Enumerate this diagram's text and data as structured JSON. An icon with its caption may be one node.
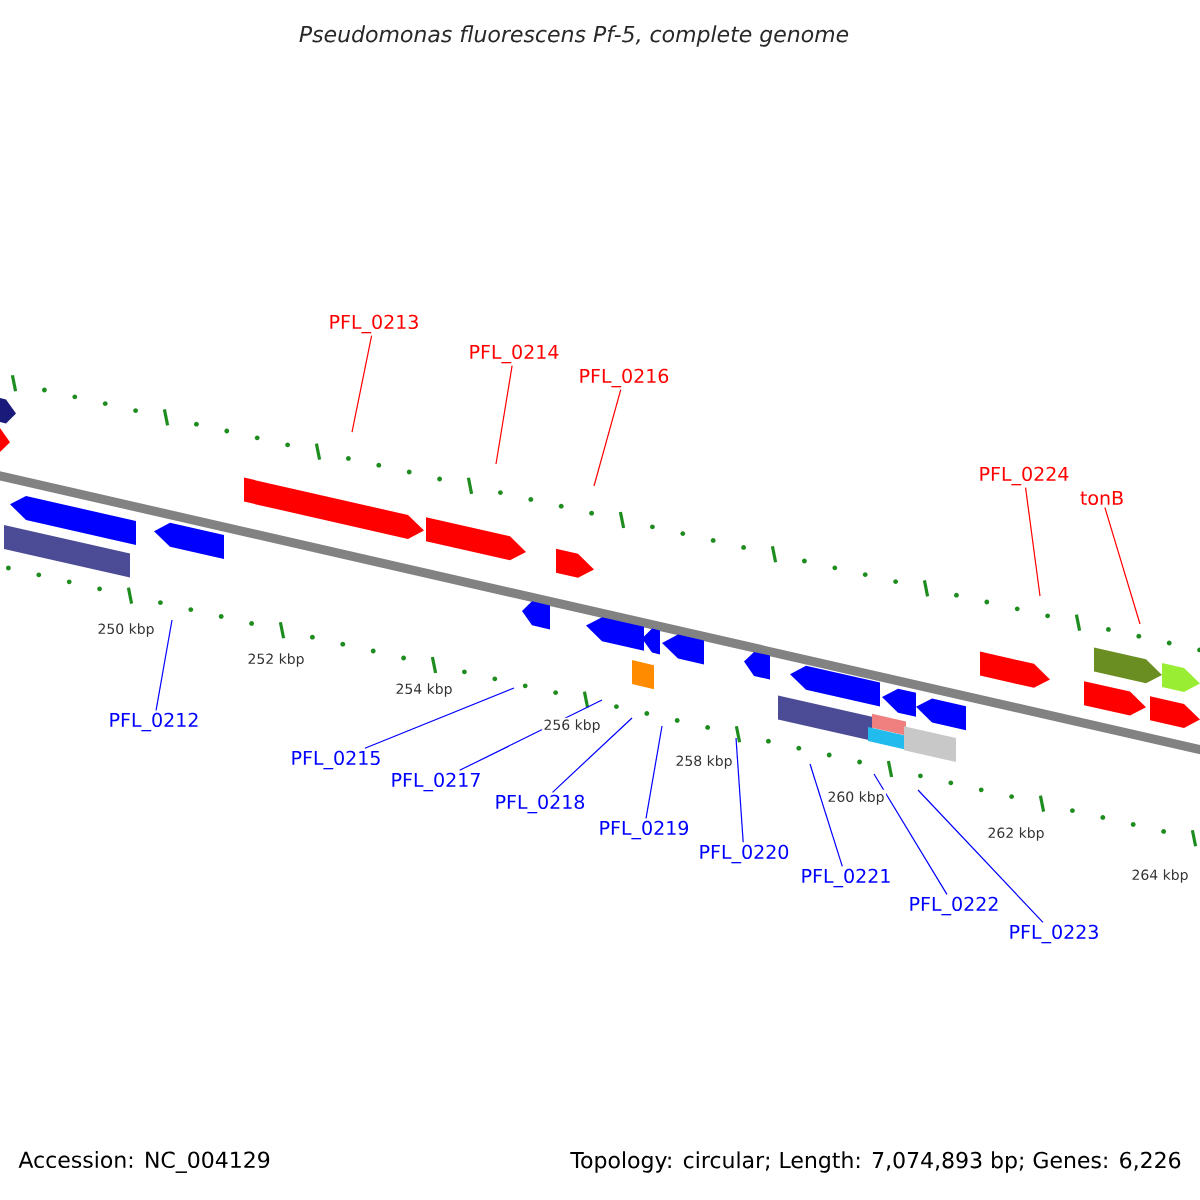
{
  "diagram": {
    "title": "Pseudomonas fluorescens Pf-5, complete genome",
    "nodes": [
      {
        "text": [
          "PFL_0213"
        ]
      },
      {
        "text": [
          "PFL_0214"
        ]
      },
      {
        "text": [
          "PFL_0216"
        ]
      },
      {
        "text": [
          "PFL_0224"
        ]
      },
      {
        "text": [
          "tonB"
        ]
      },
      {
        "text": [
          "PFL_0212"
        ]
      },
      {
        "text": [
          "PFL_0215"
        ]
      },
      {
        "text": [
          "PFL_0217"
        ]
      },
      {
        "text": [
          "PFL_0218"
        ]
      },
      {
        "text": [
          "PFL_0219"
        ]
      },
      {
        "text": [
          "PFL_0220"
        ]
      },
      {
        "text": [
          "PFL_0221"
        ]
      },
      {
        "text": [
          "PFL_0222"
        ]
      },
      {
        "text": [
          "PFL_0223"
        ]
      }
    ],
    "edges": [
      {
        "from": 0,
        "to": null,
        "arrow": "none",
        "color": "#ff0000"
      },
      {
        "from": 1,
        "to": null,
        "arrow": "none",
        "color": "#ff0000"
      },
      {
        "from": 2,
        "to": null,
        "arrow": "none",
        "color": "#ff0000"
      },
      {
        "from": 3,
        "to": null,
        "arrow": "none",
        "color": "#ff0000"
      },
      {
        "from": 4,
        "to": null,
        "arrow": "none",
        "color": "#ff0000"
      },
      {
        "from": 5,
        "to": null,
        "arrow": "none"
      },
      {
        "from": 6,
        "to": null,
        "arrow": "none"
      },
      {
        "from": 7,
        "to": null,
        "arrow": "none"
      },
      {
        "from": 8,
        "to": null,
        "arrow": "none"
      },
      {
        "from": 9,
        "to": null,
        "arrow": "none"
      },
      {
        "from": 10,
        "to": null,
        "arrow": "none"
      },
      {
        "from": 11,
        "to": null,
        "arrow": "none"
      },
      {
        "from": 12,
        "to": null,
        "arrow": "none"
      },
      {
        "from": 13,
        "to": null,
        "arrow": "none"
      }
    ],
    "labels": [
      "250 kbp",
      "252 kbp",
      "254 kbp",
      "256 kbp",
      "258 kbp",
      "260 kbp",
      "262 kbp",
      "264 kbp",
      "Accession: NC_004129",
      "Topology: circular; Length: 7,074,893 bp; Genes: 6,226"
    ]
  }
}
